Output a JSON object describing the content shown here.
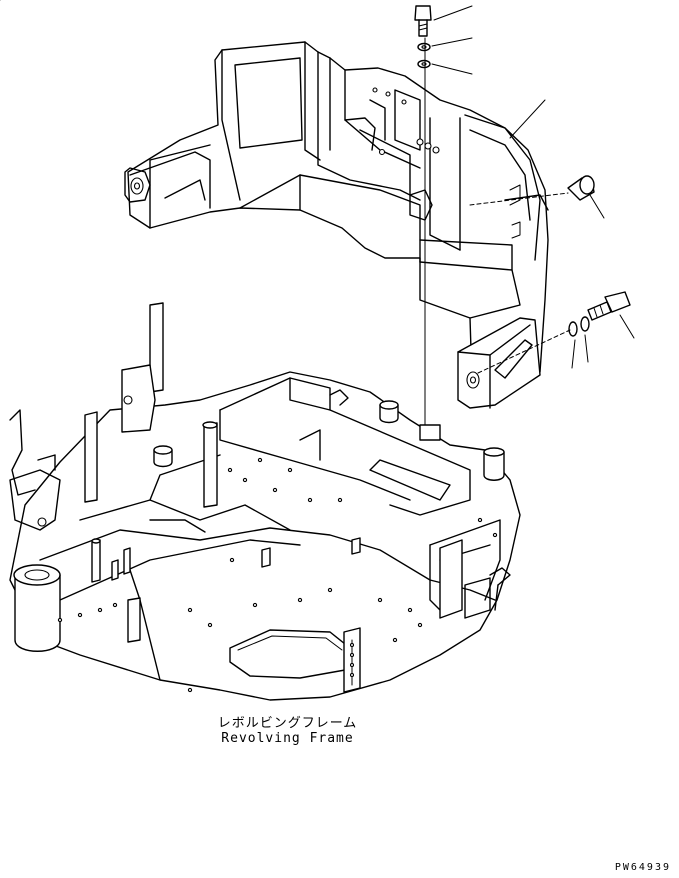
{
  "caption": {
    "japanese": "レボルビングフレーム",
    "english": "Revolving Frame"
  },
  "drawing_number": "PW64939"
}
